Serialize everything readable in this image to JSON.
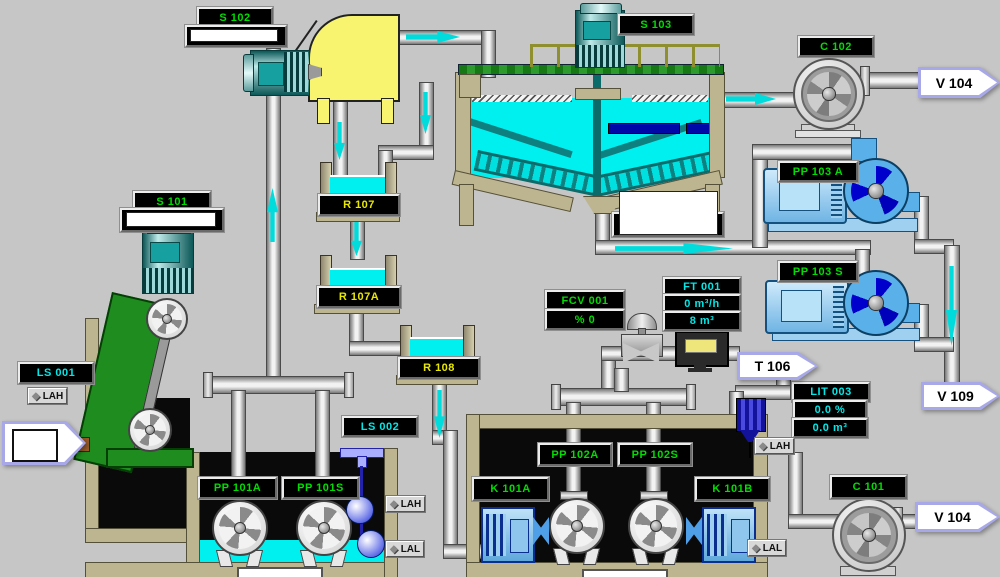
{
  "labels": {
    "s101": "S 101",
    "s102": "S 102",
    "s103": "S 103",
    "c101": "C 101",
    "c102": "C 102",
    "pp103a": "PP 103 A",
    "pp103s": "PP 103 S",
    "pp101a": "PP 101A",
    "pp101s": "PP 101S",
    "pp102a": "PP 102A",
    "pp102s": "PP 102S",
    "k101a": "K 101A",
    "k101b": "K 101B",
    "r107": "R 107",
    "r107a": "R 107A",
    "r108": "R 108",
    "ls001": "LS 001",
    "ls002": "LS 002"
  },
  "instruments": {
    "fcv001_tag": "FCV 001",
    "fcv001_value": "% 0",
    "ft001_tag": "FT 001",
    "ft001_flow": "0 m³/h",
    "ft001_total": "8 m³",
    "lit003_tag": "LIT 003",
    "lit003_percent": "0.0 %",
    "lit003_volume": "0.0 m³"
  },
  "flow_tags": {
    "v104_top": "V 104",
    "v109": "V 109",
    "v104_bottom": "V 104",
    "t106": "T 106"
  },
  "indicators": {
    "lah": "LAH",
    "lal": "LAL"
  },
  "colors": {
    "background": "#c6c6c6",
    "label_green": "#00dd00",
    "label_yellow": "#e8e800",
    "label_cyan": "#00e8e8",
    "water": "#00f0f0",
    "flow_arrow": "#00dcdc",
    "tank_tan": "#bdb58f",
    "pump_blue": "#7fc4ef",
    "machine_yellow": "#f8f470",
    "conveyor_green": "#1e8c1e"
  }
}
